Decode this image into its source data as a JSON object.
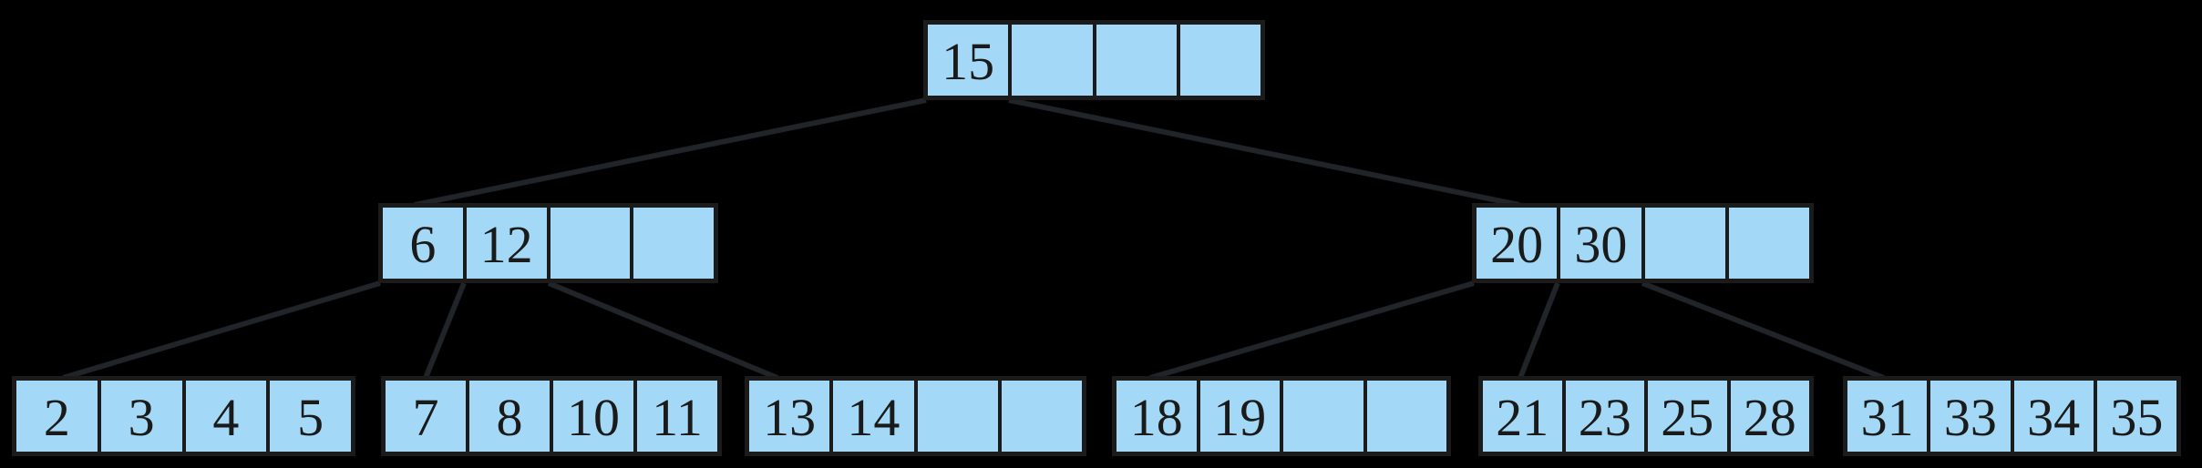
{
  "diagram": {
    "kind": "b-tree",
    "background_color": "#000000",
    "node_fill_color": "#a3d9f6",
    "node_border_color": "#1b1b1b",
    "cells_per_node": 4,
    "nodes": {
      "root": {
        "level": 0,
        "cells": [
          "15",
          "",
          "",
          ""
        ]
      },
      "int_left": {
        "level": 1,
        "cells": [
          "6",
          "12",
          "",
          ""
        ]
      },
      "int_right": {
        "level": 1,
        "cells": [
          "20",
          "30",
          "",
          ""
        ]
      },
      "leaf1": {
        "level": 2,
        "cells": [
          "2",
          "3",
          "4",
          "5"
        ]
      },
      "leaf2": {
        "level": 2,
        "cells": [
          "7",
          "8",
          "10",
          "11"
        ]
      },
      "leaf3": {
        "level": 2,
        "cells": [
          "13",
          "14",
          "",
          ""
        ]
      },
      "leaf4": {
        "level": 2,
        "cells": [
          "18",
          "19",
          "",
          ""
        ]
      },
      "leaf5": {
        "level": 2,
        "cells": [
          "21",
          "23",
          "25",
          "28"
        ]
      },
      "leaf6": {
        "level": 2,
        "cells": [
          "31",
          "33",
          "34",
          "35"
        ]
      }
    },
    "edges": [
      {
        "from": "root",
        "to": "int_left"
      },
      {
        "from": "root",
        "to": "int_right"
      },
      {
        "from": "int_left",
        "to": "leaf1"
      },
      {
        "from": "int_left",
        "to": "leaf2"
      },
      {
        "from": "int_left",
        "to": "leaf3"
      },
      {
        "from": "int_right",
        "to": "leaf4"
      },
      {
        "from": "int_right",
        "to": "leaf5"
      },
      {
        "from": "int_right",
        "to": "leaf6"
      }
    ]
  }
}
